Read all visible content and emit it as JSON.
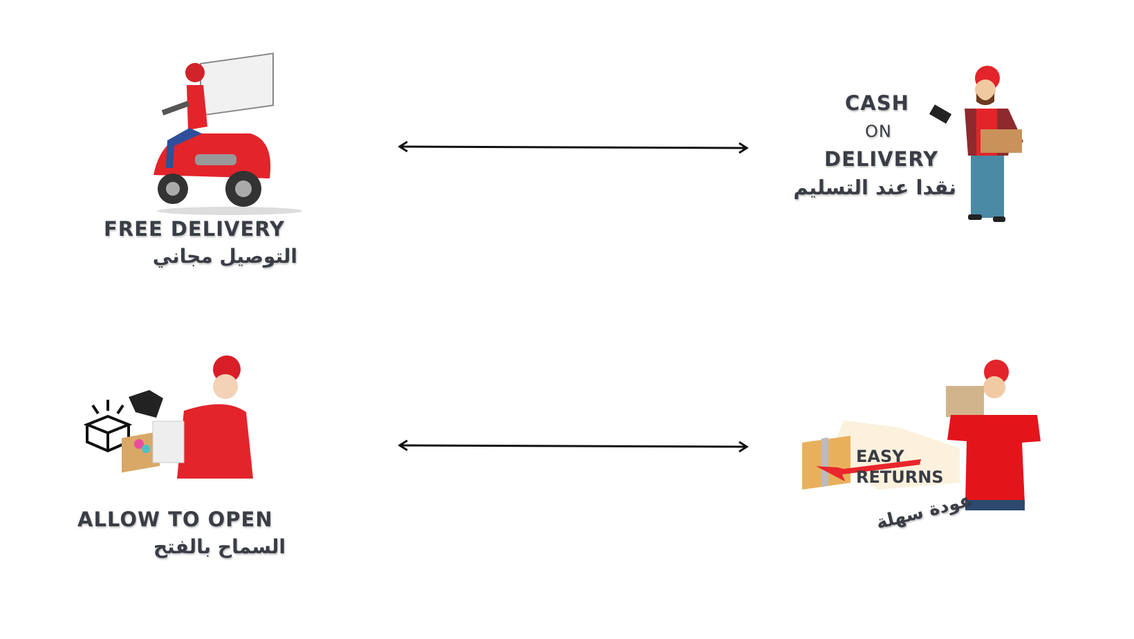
{
  "features": [
    {
      "id": "free-delivery",
      "title": "FREE DELIVERY",
      "arabic": "التوصيل مجاني"
    },
    {
      "id": "cash-on-delivery",
      "title_lines": [
        "CASH",
        "ON",
        "DELIVERY"
      ],
      "arabic": "نقدا عند التسليم"
    },
    {
      "id": "allow-to-open",
      "title": "ALLOW TO OPEN",
      "arabic": "السماح بالفتح"
    },
    {
      "id": "easy-returns",
      "title_lines": [
        "EASY",
        "RETURNS"
      ],
      "arabic": "عودة سهلة"
    }
  ],
  "colors": {
    "brand_red": "#e8262c",
    "text": "#3a3d45",
    "arrow": "#111111"
  }
}
